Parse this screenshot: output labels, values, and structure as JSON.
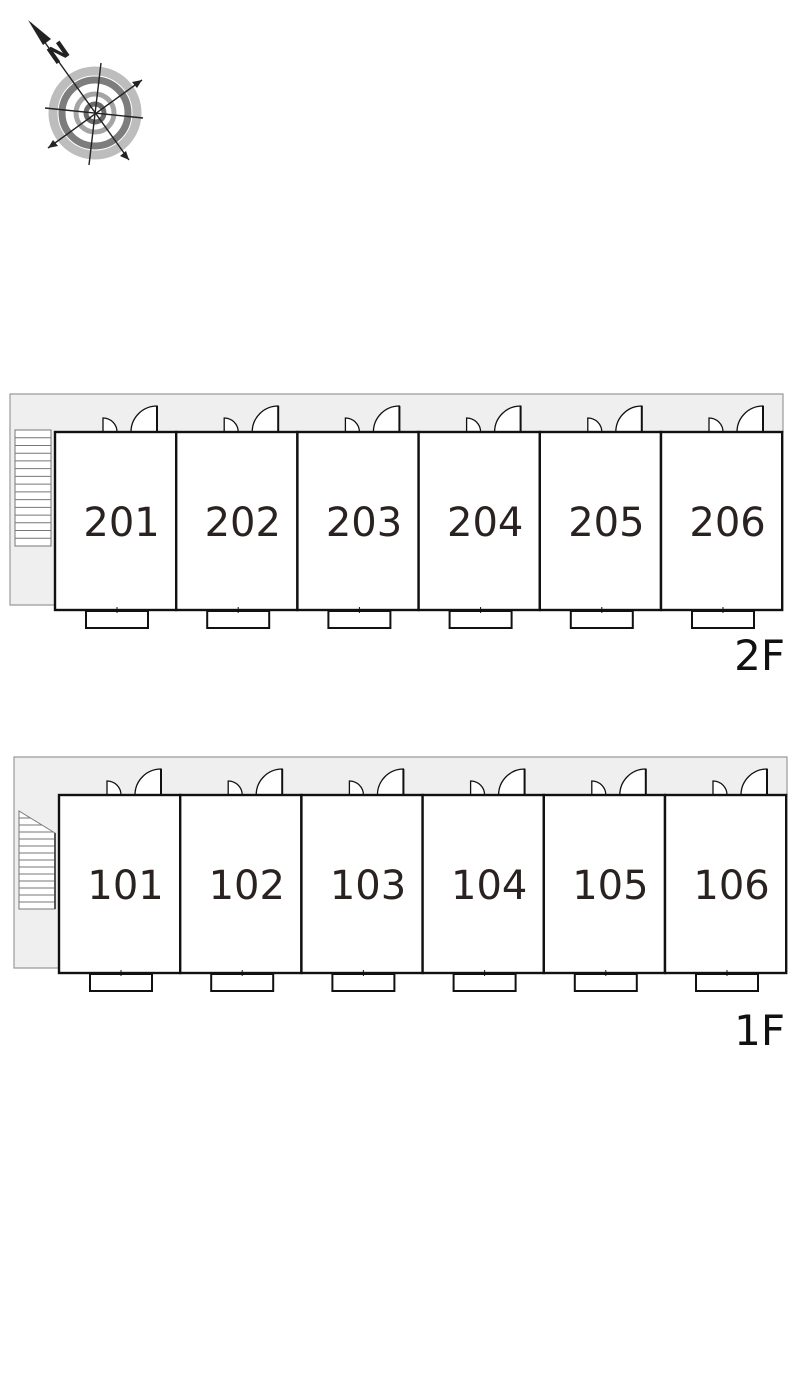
{
  "compass": {
    "north_label": "N",
    "icon": "compass-rose-icon"
  },
  "floors": [
    {
      "id": "2f",
      "label": "2F",
      "stair_type": "straight",
      "units": [
        "201",
        "202",
        "203",
        "204",
        "205",
        "206"
      ]
    },
    {
      "id": "1f",
      "label": "1F",
      "stair_type": "winding",
      "units": [
        "101",
        "102",
        "103",
        "104",
        "105",
        "106"
      ]
    }
  ],
  "colors": {
    "corridor": "#efefef",
    "wall": "#111111",
    "corridor_border": "#9a9a9a",
    "door_fill": "#ffffff",
    "text": "#2a2220"
  }
}
